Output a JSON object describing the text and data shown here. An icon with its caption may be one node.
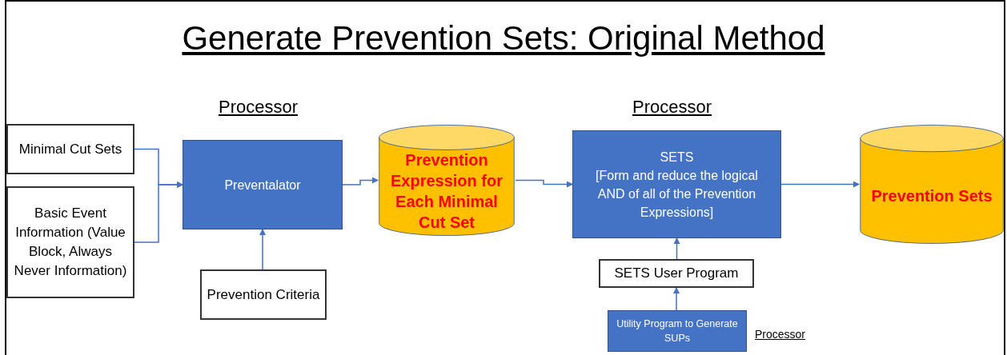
{
  "diagram": {
    "title": "Generate Prevention Sets: Original Method",
    "nodes": [
      {
        "text": [
          "Minimal Cut Sets"
        ]
      },
      {
        "text": [
          "Basic Event Information (Value Block, Always Never Information)"
        ]
      },
      {
        "text": [
          "Preventalator"
        ],
        "beside": [
          "Processor"
        ]
      },
      {
        "text": [
          "Prevention Criteria"
        ]
      },
      {
        "text": [
          "Prevention Expression for Each Minimal Cut Set"
        ]
      },
      {
        "text": [
          "SETS",
          "[Form and reduce the logical AND of all of the Prevention Expressions]"
        ],
        "beside": [
          "Processor"
        ]
      },
      {
        "text": [
          "SETS User Program"
        ]
      },
      {
        "text": [
          "Utility Program to Generate SUPs"
        ],
        "beside": [
          "Processor"
        ]
      },
      {
        "text": [
          "Prevention Sets"
        ]
      }
    ],
    "edges": [
      {
        "from": 0,
        "to": 2,
        "arrow": "to"
      },
      {
        "from": 1,
        "to": 2,
        "arrow": "to"
      },
      {
        "from": 3,
        "to": 2,
        "arrow": "to"
      },
      {
        "from": 2,
        "to": 4,
        "arrow": "to"
      },
      {
        "from": 4,
        "to": 5,
        "arrow": "to"
      },
      {
        "from": 5,
        "to": 8,
        "arrow": "to"
      },
      {
        "from": 6,
        "to": 5,
        "arrow": "to"
      },
      {
        "from": 7,
        "to": 6,
        "arrow": "to"
      }
    ]
  }
}
